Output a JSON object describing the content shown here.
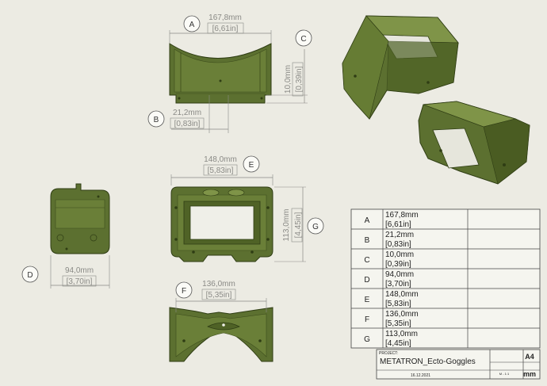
{
  "colors": {
    "part": "#5c7030",
    "part_dark": "#2f3d14",
    "part_light": "#7f9448",
    "line": "#8a8a86",
    "background": "#ecebe3"
  },
  "dimensions": [
    {
      "label": "A",
      "mm": "167,8mm",
      "in": "[6,61in]"
    },
    {
      "label": "B",
      "mm": "21,2mm",
      "in": "[0,83in]"
    },
    {
      "label": "C",
      "mm": "10,0mm",
      "in": "[0,39in]"
    },
    {
      "label": "D",
      "mm": "94,0mm",
      "in": "[3,70in]"
    },
    {
      "label": "E",
      "mm": "148,0mm",
      "in": "[5,83in]"
    },
    {
      "label": "F",
      "mm": "136,0mm",
      "in": "[5,35in]"
    },
    {
      "label": "G",
      "mm": "113,0mm",
      "in": "[4,45in]"
    }
  ],
  "title_block": {
    "project_caption": "PROJECT:",
    "project_name": "METATRON_Ecto-Goggles",
    "date": "16.12.2021",
    "sheet_size": "A4",
    "units": "mm",
    "scale": "M - 1:1"
  }
}
